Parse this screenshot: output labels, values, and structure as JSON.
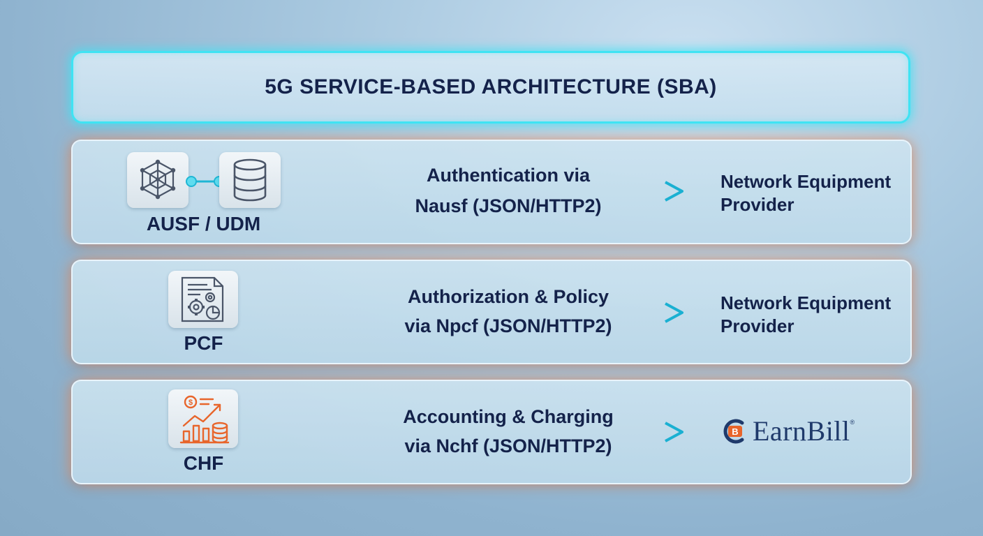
{
  "title": "5G SERVICE-BASED ARCHITECTURE (SBA)",
  "rows": [
    {
      "node": "AUSF / UDM",
      "icons": [
        "network-hexagon-icon",
        "database-icon"
      ],
      "flow_line1": "Authentication via",
      "flow_line2": "Nausf (JSON/HTTP2)",
      "provider_line1": "Network Equipment",
      "provider_line2": "Provider"
    },
    {
      "node": "PCF",
      "icons": [
        "policy-document-gears-icon"
      ],
      "flow_line1": "Authorization & Policy",
      "flow_line2": "via Npcf (JSON/HTTP2)",
      "provider_line1": "Network Equipment",
      "provider_line2": "Provider"
    },
    {
      "node": "CHF",
      "icons": [
        "charging-analytics-icon"
      ],
      "flow_line1": "Accounting & Charging",
      "flow_line2": "via Nchf (JSON/HTTP2)",
      "provider_brand": "EarnBill",
      "provider_brand_mark": "®"
    }
  ],
  "colors": {
    "accent_cyan": "#3fe3f3",
    "arrow": "#22b8d6",
    "text_dark": "#14224a",
    "brand_orange": "#e8652b",
    "brand_blue": "#1f3a6b"
  }
}
